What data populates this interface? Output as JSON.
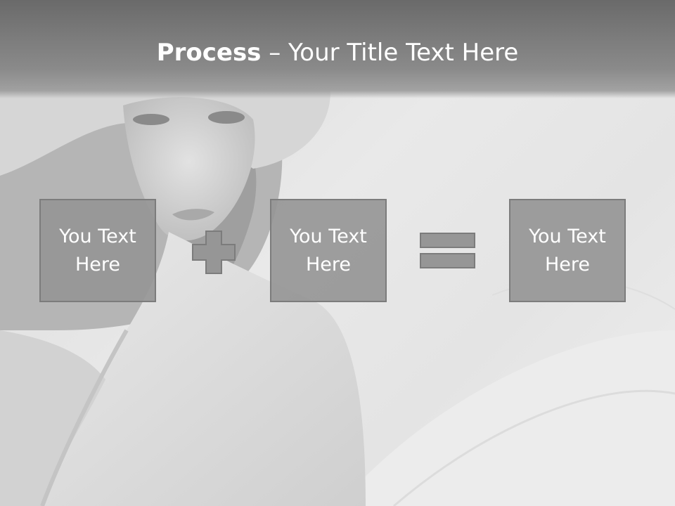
{
  "header": {
    "title_bold": "Process",
    "title_rest": " – Your Title Text Here"
  },
  "process": {
    "steps": [
      {
        "label": "You Text Here"
      },
      {
        "label": "You Text Here"
      },
      {
        "label": "You Text Here"
      }
    ],
    "operators": [
      "plus-icon",
      "equals-icon"
    ]
  },
  "colors": {
    "title_bar": "#7a7a7a",
    "box_fill": "#969696",
    "box_border": "#7c7c7c",
    "text": "#ffffff"
  }
}
